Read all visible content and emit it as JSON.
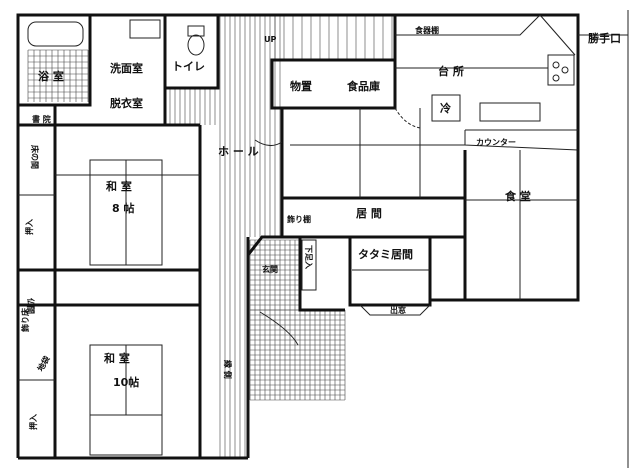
{
  "plan": {
    "rooms": {
      "bath": "浴 室",
      "washroom": "洗面室",
      "dressing": "脱衣室",
      "toilet": "トイレ",
      "shoin": "書 院",
      "tokonoma": "床の間",
      "washitsu8": "和 室",
      "washitsu8_size": "8 帖",
      "oshiire1": "押入",
      "butsuma": "仏間",
      "kazaridoko": "飾り床",
      "jibukuro": "地袋",
      "washitsu10": "和 室",
      "washitsu10_size": "10帖",
      "oshiire2": "押入",
      "engawa": "縁 側",
      "hall": "ホ ー ル",
      "up": "UP",
      "storage": "物置",
      "pantry": "食品庫",
      "cupboard": "食器棚",
      "kitchen": "台 所",
      "back_door": "勝手口",
      "fridge": "冷",
      "counter": "カウンター",
      "dining": "食 堂",
      "living": "居 間",
      "display_shelf": "飾り棚",
      "tatami_living": "タタミ居間",
      "entrance": "玄関",
      "shoe_cabinet": "下足入",
      "bay_window": "出窓"
    }
  }
}
